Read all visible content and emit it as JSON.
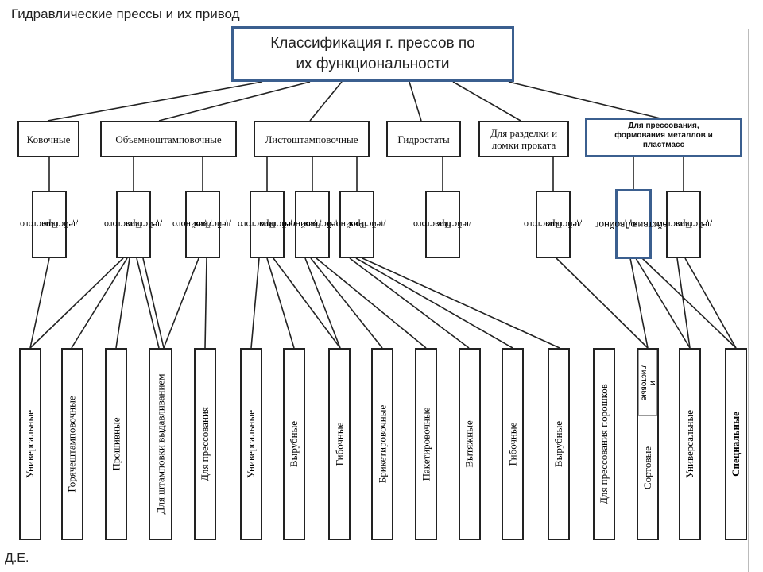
{
  "header": "Гидравлические прессы и их привод",
  "footer": "Д.Е.",
  "title": [
    "Классификация г. прессов по",
    "их функциональности"
  ],
  "categories": {
    "forging": "Ковочные",
    "volume": "Объемноштамповочные",
    "sheet": "Листоштамповочные",
    "hydrostat": "Гидростаты",
    "cutting": [
      "Для разделки и",
      "ломки проката"
    ],
    "pressing": [
      "Для прессования,",
      "формования металлов и",
      "пластмасс"
    ]
  },
  "actions": {
    "simple": [
      "Простого",
      "действия"
    ],
    "double": [
      "Двойного",
      "действия"
    ],
    "triple": [
      "Тройного",
      "действия"
    ],
    "double_split": [
      "Двойног",
      "о",
      "действия"
    ]
  },
  "leaves": {
    "universal": "Универсальные",
    "hotstamp": "Горячештамповочные",
    "piercing": "Прошивные",
    "extrusion": "Для штамповки выдавливанием",
    "pressing": "Для прессования",
    "universal2": "Универсальные",
    "blanking": "Вырубные",
    "bending": "Гибочные",
    "briquetting": "Брикетировочные",
    "baling": "Пакетировочные",
    "drawing": "Вытяжные",
    "bending2": "Гибочные",
    "blanking2": "Вырубные",
    "powder": "Для прессования порошков",
    "section": "Сортовые",
    "section_overlay": [
      "и",
      "листовые"
    ],
    "universal3": "Универсальные",
    "special": "Специальные"
  }
}
